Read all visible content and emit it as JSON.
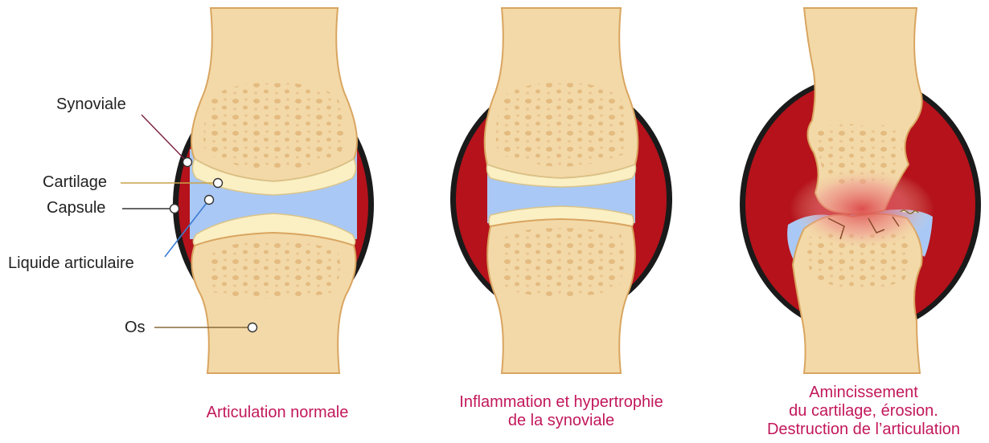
{
  "colors": {
    "caption": "#c2185b",
    "bone": "#f3d9a8",
    "bone_edge": "#d9a560",
    "cartilage": "#fbefc4",
    "synovial_fluid": "#a9c8f5",
    "synovium": "#b5121b",
    "capsule": "#1a1a1a",
    "label_text": "#222222"
  },
  "labels": {
    "synoviale": "Synoviale",
    "cartilage": "Cartilage",
    "capsule": "Capsule",
    "liquide": "Liquide articulaire",
    "os": "Os"
  },
  "captions": [
    {
      "lines": [
        "Articulation normale"
      ]
    },
    {
      "lines": [
        "Inflammation et hypertrophie",
        "de la synoviale"
      ]
    },
    {
      "lines": [
        "Amincissement",
        "du cartilage, érosion.",
        "Destruction de l’articulation"
      ]
    }
  ]
}
